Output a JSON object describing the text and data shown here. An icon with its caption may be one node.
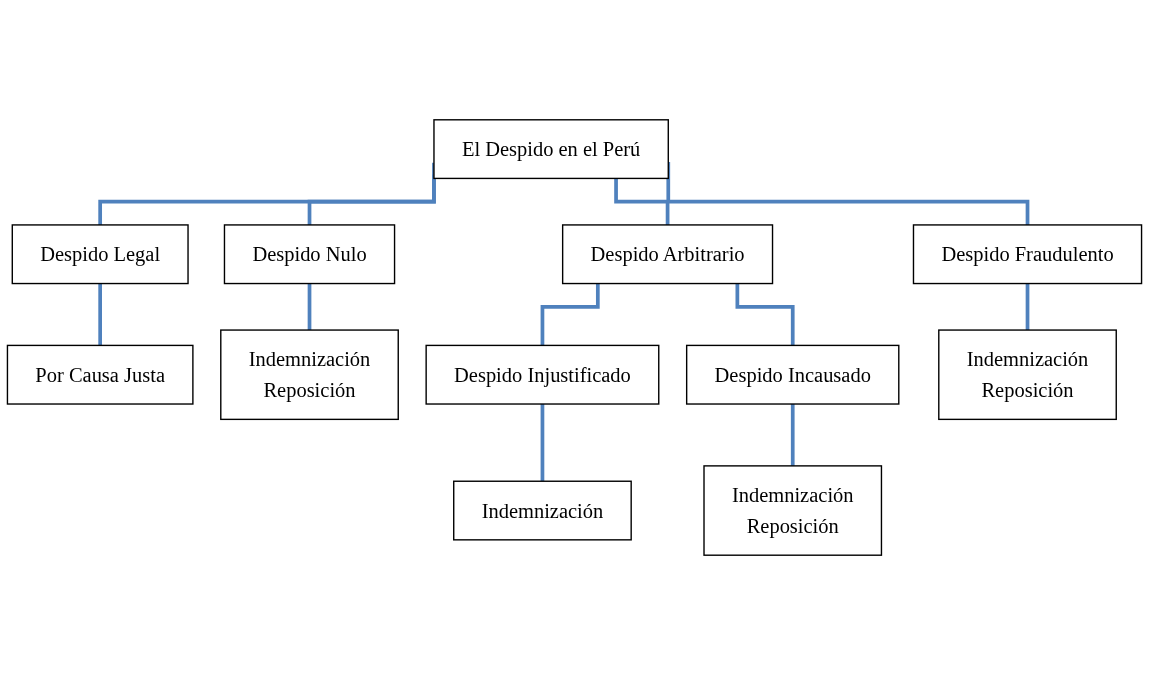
{
  "diagram": {
    "nodes": [
      {
        "text": [
          "El Despido en el Perú"
        ]
      },
      {
        "text": [
          "Despido Legal"
        ]
      },
      {
        "text": [
          "Despido Nulo"
        ]
      },
      {
        "text": [
          "Despido Arbitrario"
        ]
      },
      {
        "text": [
          "Despido Fraudulento"
        ]
      },
      {
        "text": [
          "Por Causa Justa"
        ]
      },
      {
        "text": [
          "Indemnización",
          "Reposición"
        ]
      },
      {
        "text": [
          "Despido Injustificado"
        ]
      },
      {
        "text": [
          "Despido Incausado"
        ]
      },
      {
        "text": [
          "Indemnización",
          "Reposición"
        ]
      },
      {
        "text": [
          "Indemnización"
        ]
      },
      {
        "text": [
          "Indemnización",
          "Reposición"
        ]
      }
    ],
    "edges": [
      {
        "from": 0,
        "to": 1,
        "arrow": "none"
      },
      {
        "from": 0,
        "to": 2,
        "arrow": "none"
      },
      {
        "from": 0,
        "to": 3,
        "arrow": "none"
      },
      {
        "from": 0,
        "to": 4,
        "arrow": "none"
      },
      {
        "from": 1,
        "to": 5,
        "arrow": "none"
      },
      {
        "from": 2,
        "to": 6,
        "arrow": "none"
      },
      {
        "from": 3,
        "to": 7,
        "arrow": "none"
      },
      {
        "from": 3,
        "to": 8,
        "arrow": "none"
      },
      {
        "from": 4,
        "to": 9,
        "arrow": "none"
      },
      {
        "from": 7,
        "to": 10,
        "arrow": "none"
      },
      {
        "from": 8,
        "to": 11,
        "arrow": "none"
      }
    ]
  }
}
